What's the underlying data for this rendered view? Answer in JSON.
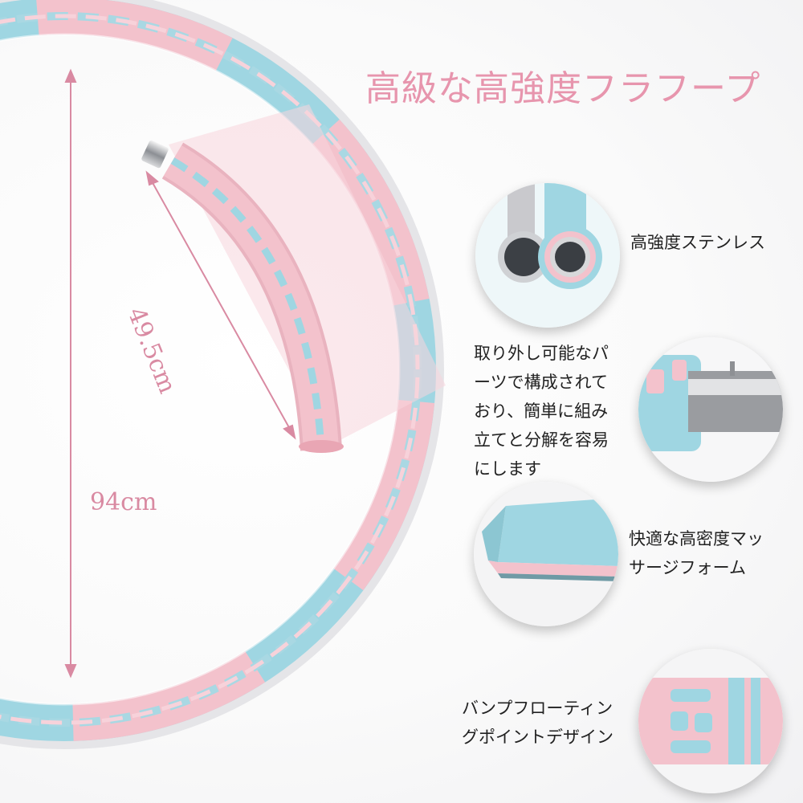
{
  "title": "高級な高強度フラフープ",
  "dimensions": {
    "segment_length": "49.5cm",
    "diameter": "94cm"
  },
  "features": [
    {
      "lines": [
        "高強度ステンレス"
      ],
      "icon": "steel-tube-cross-section-icon"
    },
    {
      "lines": [
        "取り外し可能なパ",
        "ーツで構成されて",
        "おり、簡単に組み",
        "立てと分解を容易",
        "にします"
      ],
      "icon": "detachable-joint-icon"
    },
    {
      "lines": [
        "快適な高密度マッ",
        "サージフォーム"
      ],
      "icon": "foam-layer-icon"
    },
    {
      "lines": [
        "バンプフローティン",
        "グポイントデザイン"
      ],
      "icon": "bump-pattern-icon"
    }
  ],
  "colors": {
    "accent_pink": "#e795ad",
    "hoop_pink": "#f3c2cc",
    "hoop_blue": "#9fd6e2",
    "text": "#222222",
    "dimension": "#d98aa2"
  }
}
